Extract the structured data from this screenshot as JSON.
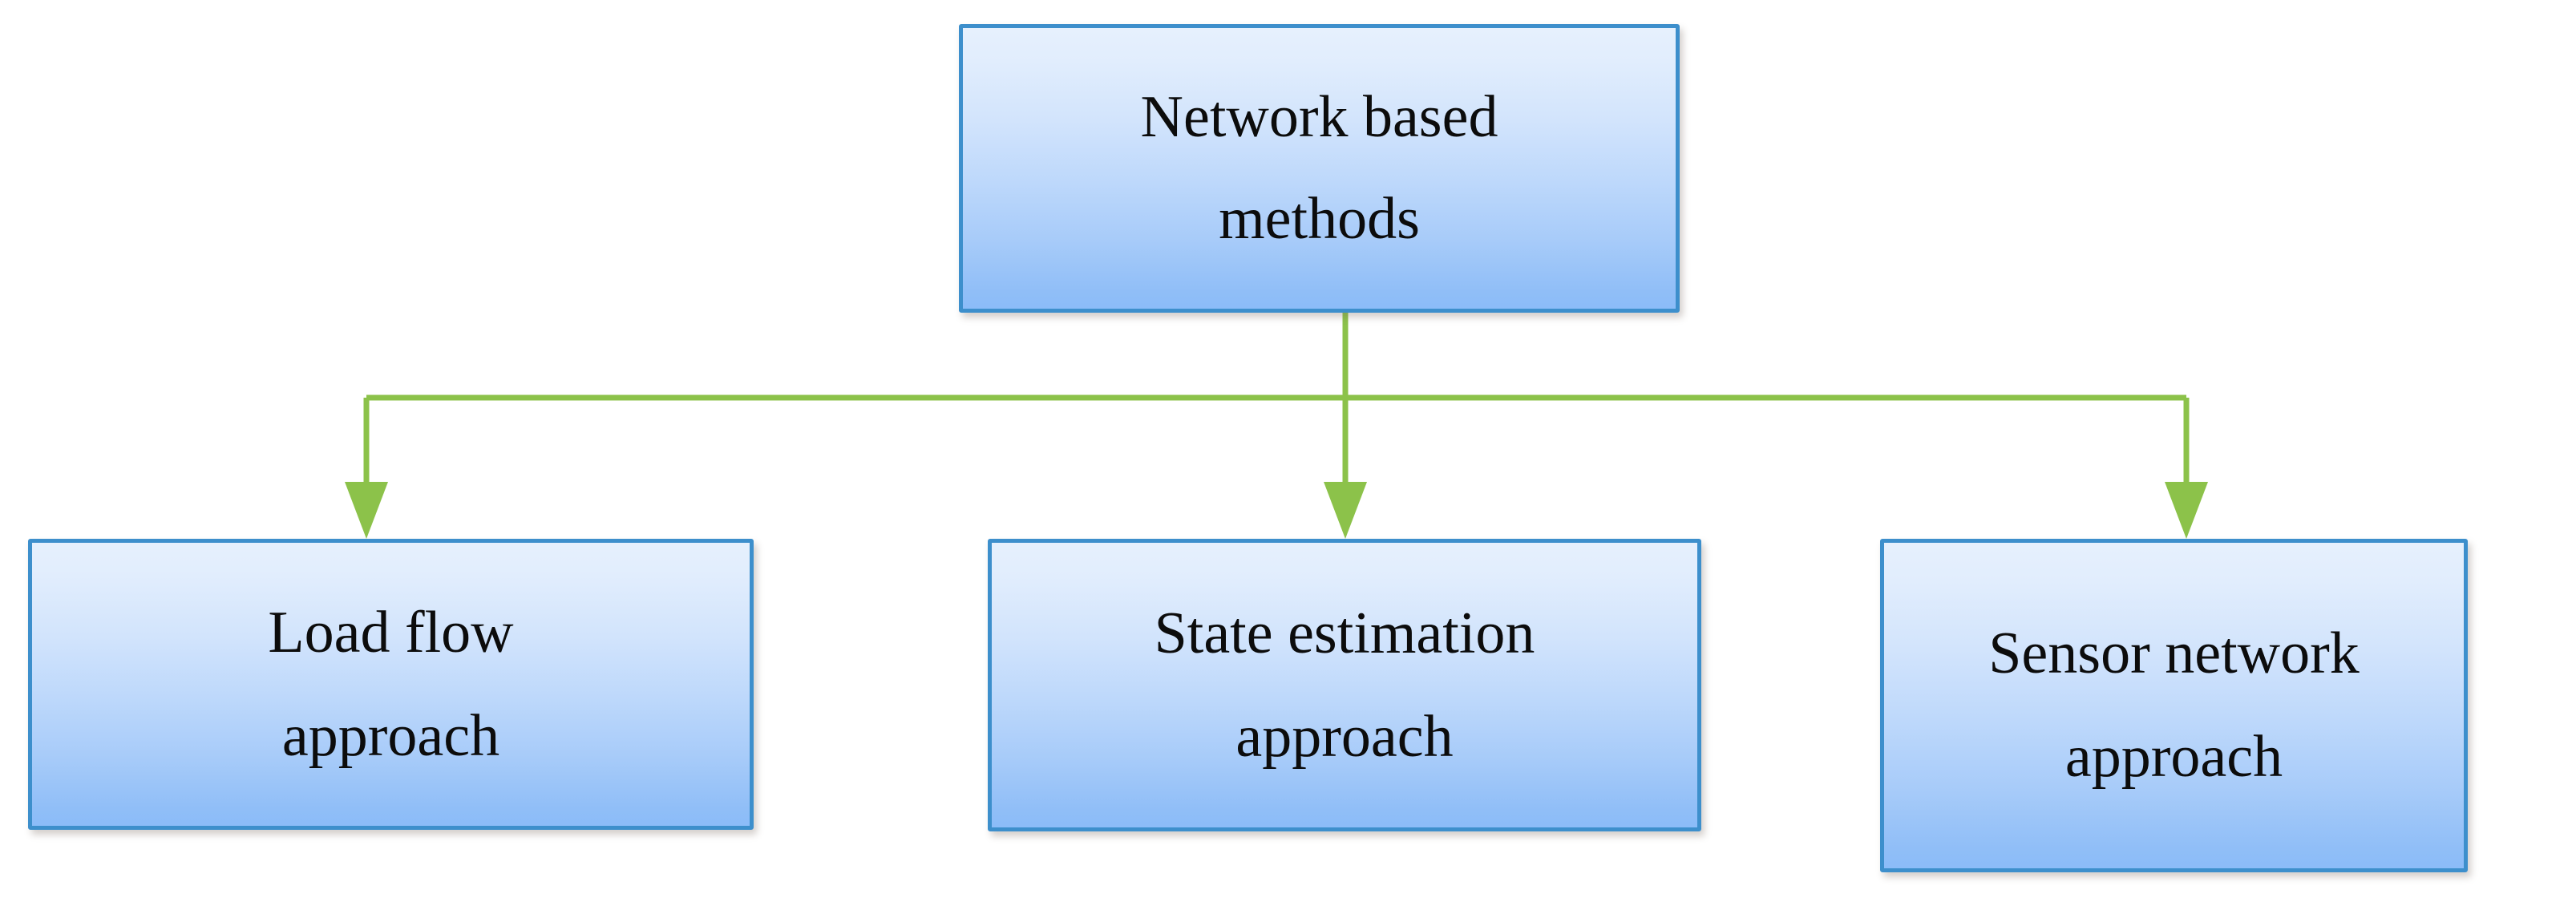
{
  "diagram": {
    "title_text": "Network based methods",
    "root": {
      "id": "network-based-methods",
      "line1": "Network based",
      "line2": "methods"
    },
    "children": [
      {
        "id": "load-flow-approach",
        "line1": "Load flow",
        "line2": "approach"
      },
      {
        "id": "state-estimation-approach",
        "line1": "State estimation",
        "line2": "approach"
      },
      {
        "id": "sensor-network-approach",
        "line1": "Sensor network",
        "line2": "approach"
      }
    ],
    "colors": {
      "box_border": "#3d8fcc",
      "box_fill_top": "#e6f0fd",
      "box_fill_bottom": "#8bbcf8",
      "connector": "#8cc24a",
      "text": "#0c0c0c",
      "background": "#ffffff"
    },
    "connector_style": {
      "type": "elbow-arrow",
      "arrowheads": 3,
      "stroke_width": 7
    }
  }
}
